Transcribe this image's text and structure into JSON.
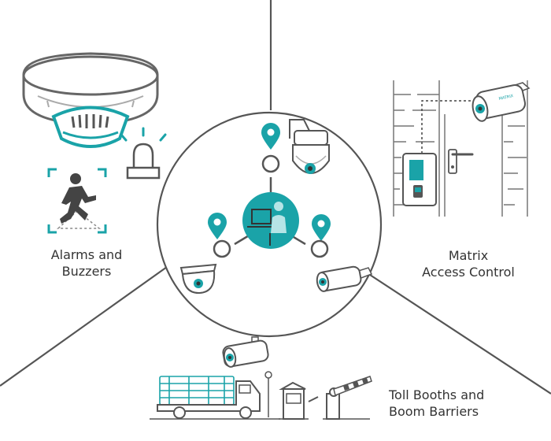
{
  "labels": {
    "alarms": [
      "Alarms and",
      "Buzzers"
    ],
    "access": [
      "Matrix",
      "Access Control"
    ],
    "toll": [
      "Toll Booths and",
      "Boom Barriers"
    ]
  },
  "brand_text": "MATRIX",
  "colors": {
    "accent": "#1aa3a8",
    "line": "#555555",
    "text": "#333333",
    "light_gray": "#d0d0d0"
  },
  "icons": [
    "smoke-detector-icon",
    "alarm-beacon-icon",
    "intruder-detection-icon",
    "access-control-reader-icon",
    "bullet-camera-icon",
    "truck-icon",
    "toll-booth-icon",
    "boom-barrier-icon",
    "ptz-camera-icon",
    "dome-camera-icon",
    "operator-workstation-icon",
    "location-pin-icon"
  ]
}
